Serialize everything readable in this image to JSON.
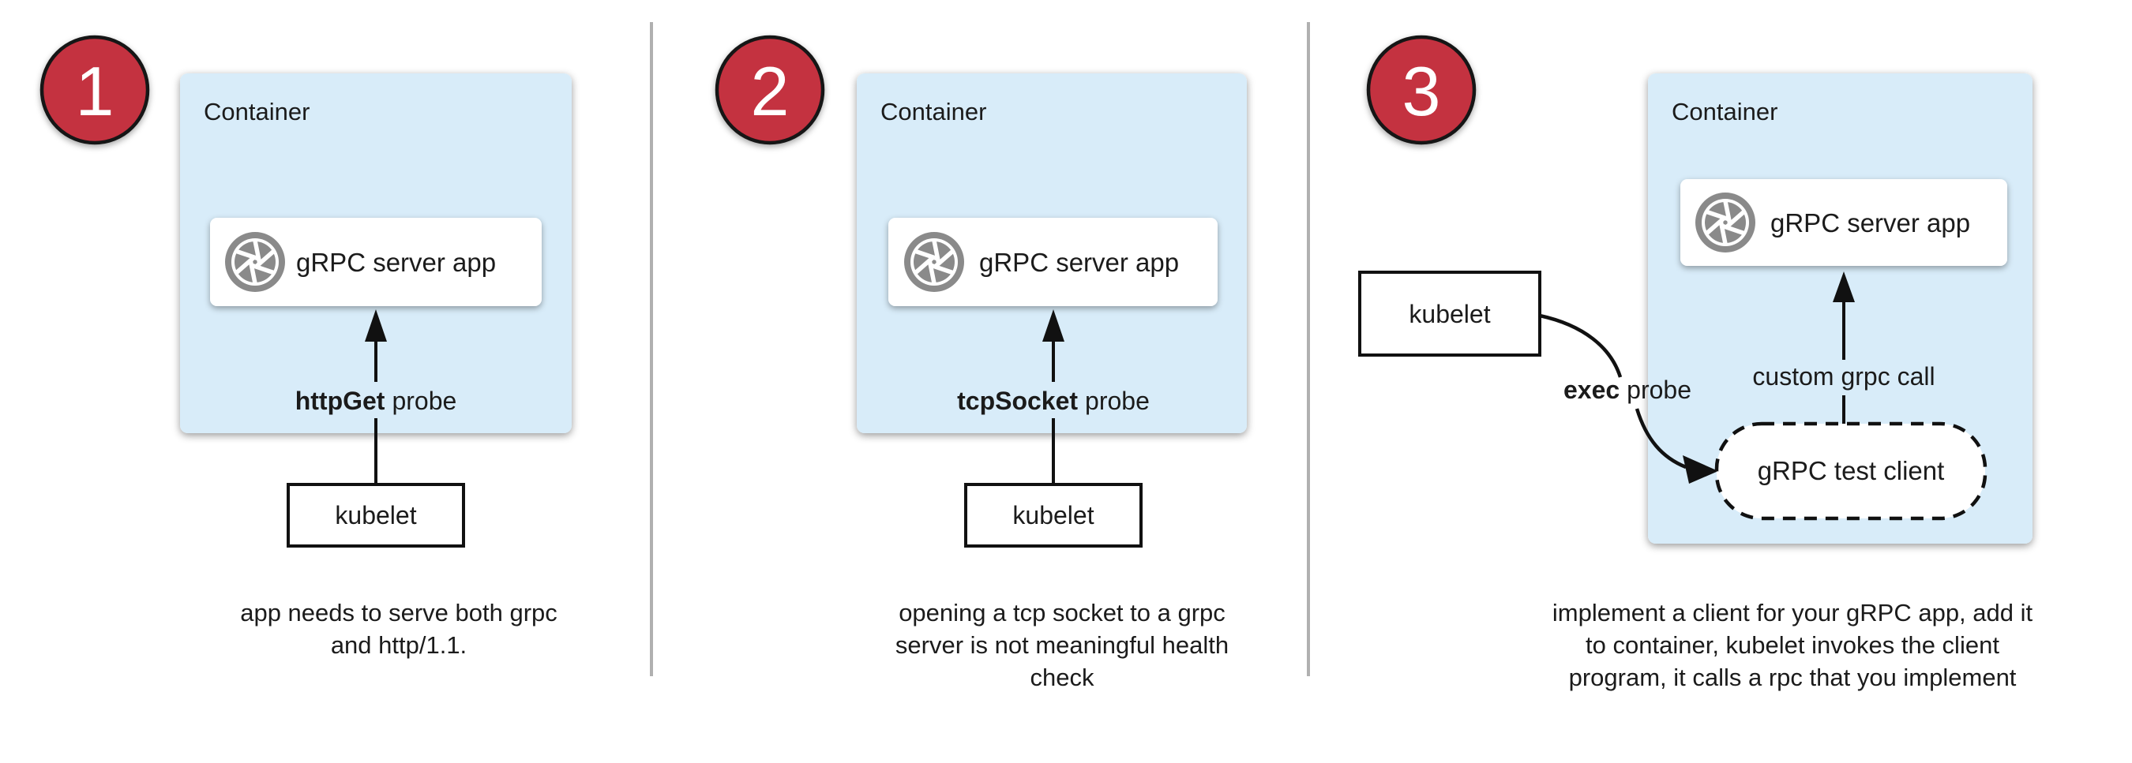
{
  "colors": {
    "badge_red": "#c4313f",
    "badge_border": "#151515",
    "container_blue": "#d8ecf9",
    "icon_gray": "#8a8a8a",
    "divider_gray": "#b0b0b0",
    "arrow_black": "#111111",
    "box_white": "#ffffff",
    "text_dark": "#1b1b1b"
  },
  "panels": [
    {
      "number": "1",
      "container_label": "Container",
      "app_label": "gRPC server app",
      "app_icon": "aperture-icon",
      "probe": {
        "bold": "httpGet",
        "rest": "probe"
      },
      "kubelet_label": "kubelet",
      "caption_lines": [
        "app needs to serve both grpc",
        "and http/1.1."
      ]
    },
    {
      "number": "2",
      "container_label": "Container",
      "app_label": "gRPC server app",
      "app_icon": "aperture-icon",
      "probe": {
        "bold": "tcpSocket",
        "rest": "probe"
      },
      "kubelet_label": "kubelet",
      "caption_lines": [
        "opening a tcp socket to a grpc",
        "server is not meaningful health",
        "check"
      ]
    },
    {
      "number": "3",
      "container_label": "Container",
      "app_label": "gRPC server app",
      "app_icon": "aperture-icon",
      "probe": {
        "bold": "exec",
        "rest": "probe"
      },
      "kubelet_label": "kubelet",
      "client_label": "gRPC test client",
      "call_label": "custom grpc call",
      "caption_lines": [
        "implement a client for your gRPC app, add it",
        "to container, kubelet invokes the client",
        "program, it calls a rpc that you implement"
      ]
    }
  ]
}
